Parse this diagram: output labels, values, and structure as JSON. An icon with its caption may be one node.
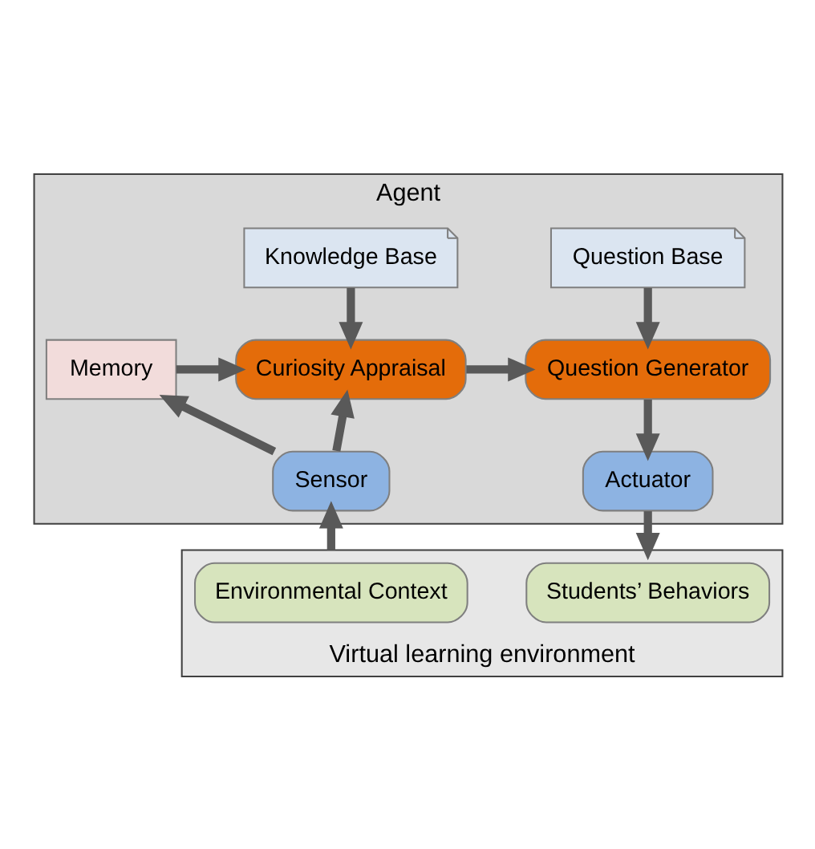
{
  "diagram": {
    "nodes": [
      {
        "text": [
          "Agent"
        ]
      },
      {
        "text": [
          "Knowledge Base"
        ],
        "in": 0
      },
      {
        "text": [
          "Question Base"
        ],
        "in": 0
      },
      {
        "text": [
          "Memory"
        ],
        "in": 0
      },
      {
        "text": [
          "Curiosity Appraisal"
        ],
        "in": 0
      },
      {
        "text": [
          "Question Generator"
        ],
        "in": 0
      },
      {
        "text": [
          "Sensor"
        ],
        "in": 0
      },
      {
        "text": [
          "Actuator"
        ],
        "in": 0
      },
      {
        "text": [
          "Virtual learning environment"
        ]
      },
      {
        "text": [
          "Environmental Context"
        ],
        "in": 8
      },
      {
        "text": [
          "Students’ Behaviors"
        ],
        "in": 8
      }
    ],
    "edges": [
      {
        "from": 1,
        "to": 4,
        "arrow": "to"
      },
      {
        "from": 2,
        "to": 5,
        "arrow": "to"
      },
      {
        "from": 3,
        "to": 4,
        "arrow": "to"
      },
      {
        "from": 4,
        "to": 5,
        "arrow": "to"
      },
      {
        "from": 5,
        "to": 7,
        "arrow": "to"
      },
      {
        "from": 6,
        "to": 4,
        "arrow": "to"
      },
      {
        "from": 6,
        "to": 3,
        "arrow": "to"
      },
      {
        "from": 8,
        "to": 6,
        "arrow": "to"
      },
      {
        "from": 7,
        "to": 8,
        "arrow": "to"
      }
    ]
  }
}
